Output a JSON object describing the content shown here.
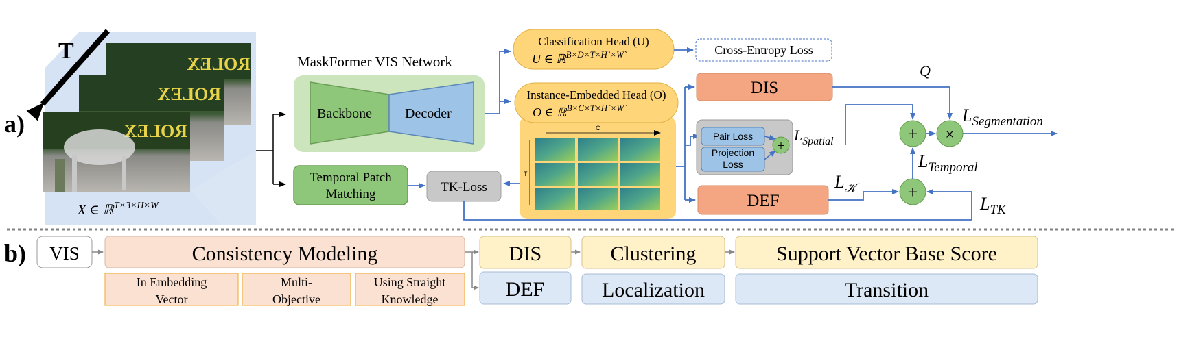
{
  "panel_labels": {
    "a": "a)",
    "b": "b)"
  },
  "time_label": "T",
  "input_formula": "X ∈ ℝ",
  "input_formula_sup": "T×3×H×W",
  "video_sign_text": "ROLEX",
  "network_title": "MaskFormer VIS Network",
  "backbone": "Backbone",
  "decoder": "Decoder",
  "temporal_patch_matching": [
    "Temporal Patch",
    "Matching"
  ],
  "tk_loss": "TK-Loss",
  "classification_head": {
    "title": "Classification Head (U)",
    "formula": "U ∈ ℝ",
    "formula_sup": "B×D×T×H`×W`"
  },
  "instance_head": {
    "title": "Instance-Embedded Head (O)",
    "formula": "O ∈ ℝ",
    "formula_sup": "B×C×T×H`×W`"
  },
  "cross_entropy_loss": "Cross-Entropy Loss",
  "feature_grid_labels": {
    "c": "C",
    "t": "T",
    "ellipsis": "..."
  },
  "dis": "DIS",
  "def": "DEF",
  "pair_loss": "Pair Loss",
  "projection_loss": [
    "Projection",
    "Loss"
  ],
  "operators": {
    "plus": "+",
    "times": "×"
  },
  "math_labels": {
    "q": "Q",
    "l_spatial": {
      "base": "L",
      "sub": "Spatial"
    },
    "l_segmentation": {
      "base": "L",
      "sub": "Segmentation"
    },
    "l_temporal": {
      "base": "L",
      "sub": "Temporal"
    },
    "l_k": {
      "base": "L",
      "sub": "𝒦"
    },
    "l_tk": {
      "base": "L",
      "sub": "TK"
    }
  },
  "panel_b": {
    "vis": "VIS",
    "consistency_modeling": "Consistency Modeling",
    "sub_items": [
      [
        "In Embedding",
        "Vector"
      ],
      [
        "Multi-",
        "Objective"
      ],
      [
        "Using Straight",
        "Knowledge"
      ]
    ],
    "top_row": [
      "DIS",
      "Clustering",
      "Support Vector Base Score"
    ],
    "bottom_row": [
      "DEF",
      "Localization",
      "Transition"
    ]
  },
  "colors": {
    "green_light": "#cfe6c0",
    "green": "#8fc77a",
    "blue_box": "#9dc3e6",
    "yellow": "#ffd57a",
    "orange": "#f4a582",
    "gray": "#c8c8c8",
    "arrow": "#4472c4",
    "peach": "#fbe1d2",
    "cream": "#fff1c8",
    "light_blue": "#dce8f5"
  }
}
